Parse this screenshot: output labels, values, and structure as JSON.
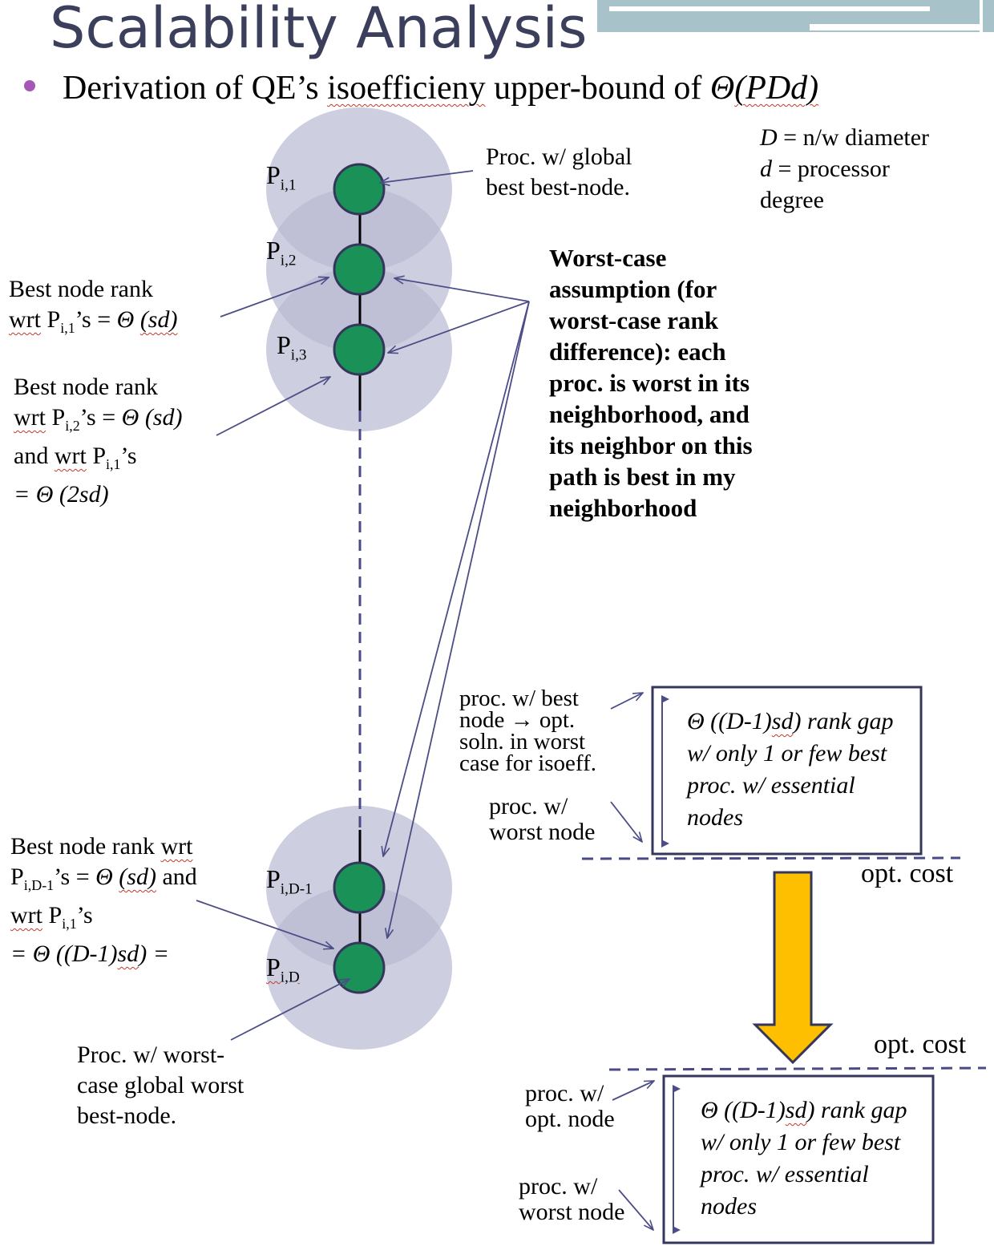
{
  "title": "Scalability Analysis",
  "subtitle": {
    "prefix": "Derivation of QE’s ",
    "word": "isoefficieny",
    "mid": " upper-bound of ",
    "theta": "Θ",
    "formula": "(PDd)"
  },
  "definitions": {
    "D_symbol": "D",
    "D_text": " = n/w diameter",
    "d_symbol": "d",
    "d_text": " = processor",
    "d_text2": "degree"
  },
  "processors": [
    {
      "base": "P",
      "sub": "i,1"
    },
    {
      "base": "P",
      "sub": "i,2"
    },
    {
      "base": "P",
      "sub": "i,3"
    },
    {
      "base": "P",
      "sub": "i,D-1"
    },
    {
      "base": "P",
      "sub": "i,D"
    }
  ],
  "annotations": {
    "global_best": [
      "Proc. w/  global",
      "best best-node."
    ],
    "rank_p1": {
      "line1": "Best node rank",
      "line2_a": "wrt",
      "line2_b": " P",
      "line2_sub": "i,1",
      "line2_c": "’s = ",
      "line2_theta": "Θ ",
      "line2_d": "(sd)"
    },
    "rank_p2": {
      "line1": "Best node rank",
      "line2_a": "wrt",
      "line2_b": " P",
      "line2_sub": "i,2",
      "line2_c": "’s = ",
      "line2_theta": "Θ ",
      "line2_d": "(sd)",
      "line3_a": "and ",
      "line3_b": "wrt",
      "line3_c": " P",
      "line3_sub": "i,1",
      "line3_d": "’s",
      "line4": "=  Θ (2sd)"
    },
    "rank_pd1": {
      "line1_a": "Best node rank ",
      "line1_b": "wrt",
      "line2_a": "P",
      "line2_sub": "i,D-1",
      "line2_b": "’s = ",
      "line2_theta": "Θ ",
      "line2_c": "(sd)",
      "line2_d": " and",
      "line3_a": "wrt",
      "line3_b": " P",
      "line3_sub": "i,1",
      "line3_c": "’s",
      "line4_a": "= Θ ((D-1)",
      "line4_b": "sd",
      "line4_c": ") ="
    },
    "worst_case": [
      "Worst-case",
      "assumption (for",
      "worst-case rank",
      "difference):  each",
      "proc.  is worst in its",
      "neighborhood, and",
      "its neighbor on this",
      "path is best in my",
      "neighborhood"
    ],
    "global_worst": [
      "Proc. w/  worst-",
      "case global  worst",
      "best-node."
    ]
  },
  "upper_panel": {
    "left_top": [
      "proc. w/ best",
      "node  → opt.",
      "soln. in worst",
      "case for isoeff."
    ],
    "left_bottom": [
      "proc. w/",
      "worst node"
    ],
    "box": {
      "a": "Θ ((D-1)",
      "b": "sd",
      "c": ") rank gap w/ only 1 or few  best proc. w/ essential nodes"
    },
    "opt_cost": "opt. cost"
  },
  "lower_panel": {
    "left_top": [
      "proc. w/",
      "opt. node"
    ],
    "left_bottom": [
      "proc. w/",
      "worst node"
    ],
    "box": {
      "a": "Θ ((D-1)",
      "b": "sd",
      "c": ") rank gap w/ only 1 or few  best proc. w/ essential nodes"
    },
    "opt_cost": "opt. cost"
  },
  "colors": {
    "title": "#3b3f5c",
    "bullet": "#a656b5",
    "node_fill": "#1a9157",
    "node_stroke": "#34365c",
    "halo": "#babbd3",
    "arrow": "#4c4d86",
    "dash": "#4a4b86",
    "big_arrow": "#fdbf00",
    "header_bar": "#a7c2c8"
  },
  "icons": {
    "bullet": "bullet-dot-icon",
    "big_arrow": "down-arrow-icon"
  }
}
